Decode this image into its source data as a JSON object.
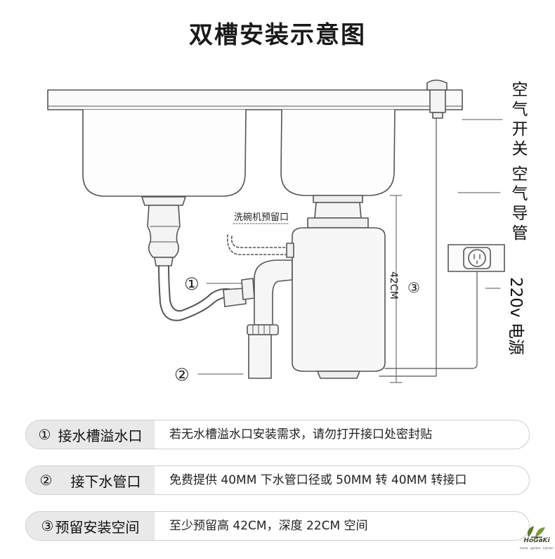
{
  "title": "双槽安装示意图",
  "diagram": {
    "dishwasher_port": "洗碗机预留口",
    "height_dim": "42CM",
    "marker_1": "①",
    "marker_2": "②",
    "marker_3": "③",
    "air_switch": [
      "空",
      "气",
      "开",
      "关"
    ],
    "air_tube": [
      "空",
      "气",
      "导",
      "管"
    ],
    "power": "220v 电源"
  },
  "legend": [
    {
      "num": "①",
      "label": "接水槽溢水口",
      "text": "若无水槽溢水口安装需求，请勿打开接口处密封贴"
    },
    {
      "num": "②",
      "label": "接下水管口",
      "text": "免费提供 40MM 下水管口径或 50MM 转 40MM 转接口"
    },
    {
      "num": "③",
      "label": "预留安装空间",
      "text": "至少预留高 42CM，深度 22CM 空间"
    }
  ],
  "logo": {
    "name": "HoGaKi",
    "tagline": "home · garden · kitchen"
  }
}
